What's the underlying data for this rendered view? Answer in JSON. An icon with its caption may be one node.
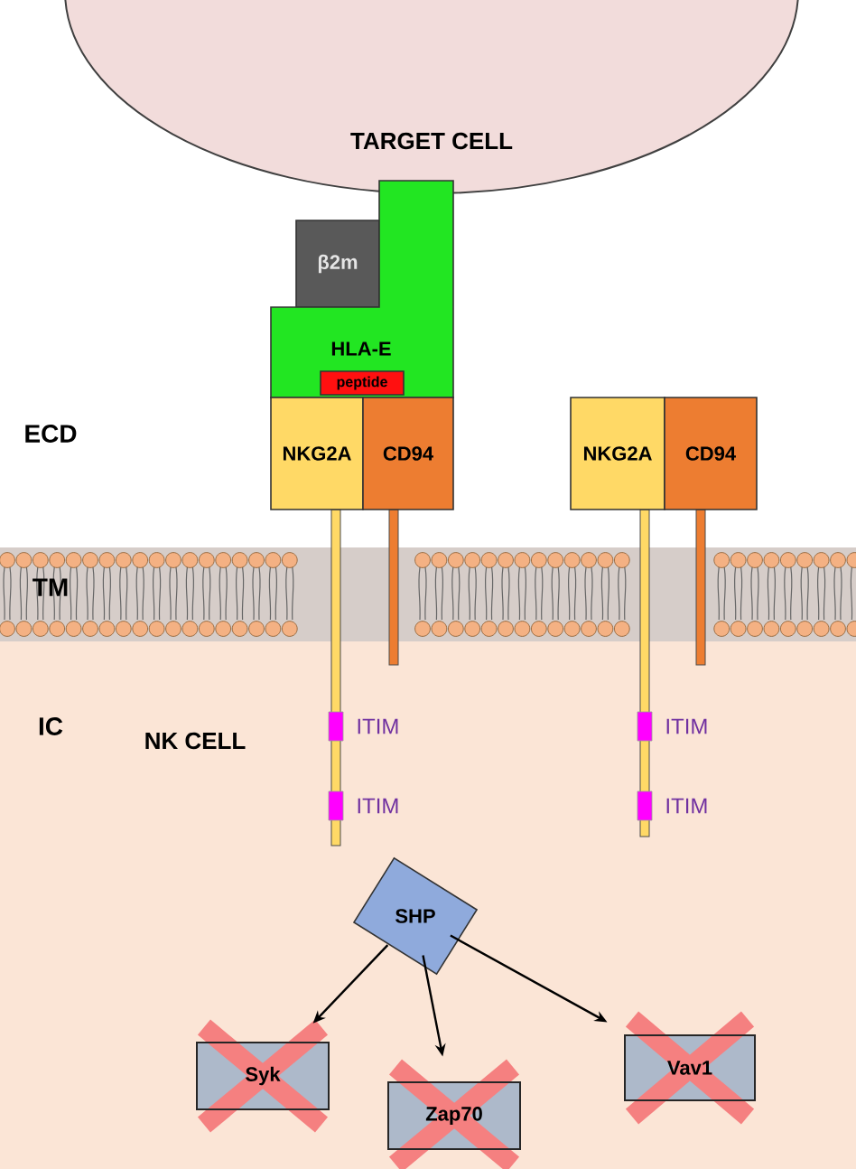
{
  "diagram": {
    "nodes": [
      {
        "text": [
          "TARGET CELL"
        ]
      },
      {
        "text": [
          "β2m"
        ]
      },
      {
        "text": [
          "HLA-E"
        ]
      },
      {
        "text": [
          "peptide"
        ],
        "in": 2
      },
      {
        "text": [
          "NKG2A"
        ]
      },
      {
        "text": [
          "CD94"
        ]
      },
      {
        "text": [
          "NKG2A"
        ]
      },
      {
        "text": [
          "CD94"
        ]
      },
      {
        "text": [
          "SHP"
        ]
      },
      {
        "text": [
          "Syk"
        ]
      },
      {
        "text": [
          "Zap70"
        ]
      },
      {
        "text": [
          "Vav1"
        ]
      }
    ],
    "edges": [
      {
        "from": 8,
        "to": 9,
        "arrow": "to"
      },
      {
        "from": 8,
        "to": 10,
        "arrow": "to"
      },
      {
        "from": 8,
        "to": 11,
        "arrow": "to"
      }
    ],
    "labels": [
      "ECD",
      "TM",
      "IC",
      "NK CELL",
      "ITIM",
      "ITIM",
      "ITIM",
      "ITIM"
    ]
  }
}
